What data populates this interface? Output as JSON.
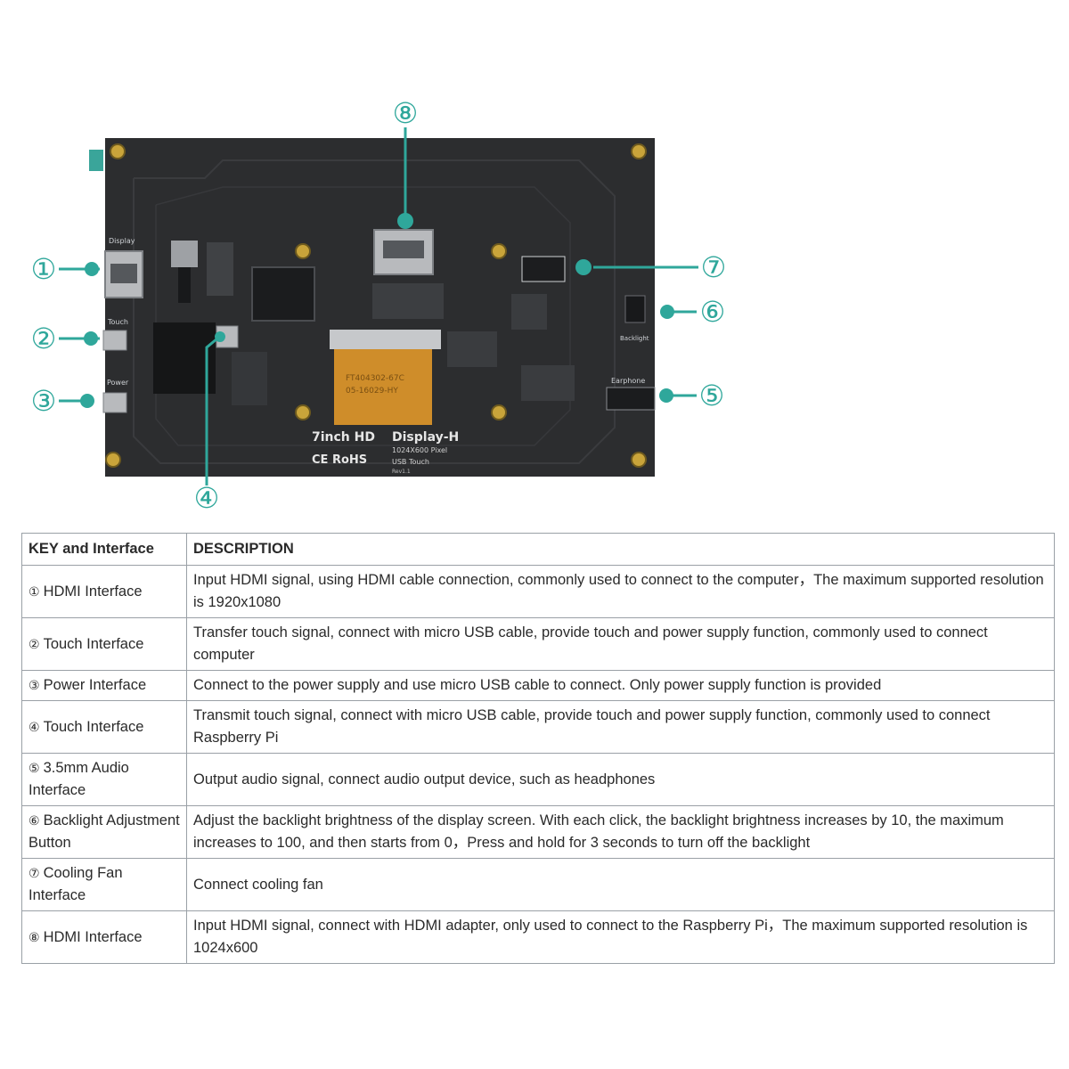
{
  "board": {
    "display_label": "Display",
    "touch_label": "Touch",
    "power_label": "Power",
    "backlight_label": "Backlight",
    "earphone_label": "Earphone",
    "model_text": "7inch HD",
    "product_text": "Display-H",
    "resolution_text": "1024X600 Pixel",
    "usb_touch_text": "USB Touch",
    "rev_text": "Rev1.1",
    "cert_text": "CE RoHS",
    "fpc_text_1": "FT404302-67C",
    "fpc_text_2": "05-16029-HY"
  },
  "callouts": [
    "①",
    "②",
    "③",
    "④",
    "⑤",
    "⑥",
    "⑦",
    "⑧"
  ],
  "accent_color": "#2fa79b",
  "table": {
    "header_key": "KEY and Interface",
    "header_desc": "DESCRIPTION",
    "rows": [
      {
        "num": "①",
        "key": "HDMI Interface",
        "desc": "Input HDMI signal, using HDMI cable connection, commonly used to connect to the computer，The maximum supported resolution is 1920x1080"
      },
      {
        "num": "②",
        "key": "Touch Interface",
        "desc": "Transfer touch signal, connect with micro USB cable, provide touch and power supply function, commonly used to connect computer"
      },
      {
        "num": "③",
        "key": "Power Interface",
        "desc": "Connect to the power supply and use micro USB cable to connect. Only power supply function is provided"
      },
      {
        "num": "④",
        "key": "Touch Interface",
        "desc": "Transmit touch signal, connect with micro USB cable, provide touch and power supply function, commonly used to connect Raspberry Pi"
      },
      {
        "num": "⑤",
        "key": "3.5mm Audio Interface",
        "desc": "Output audio signal, connect audio output device, such as headphones"
      },
      {
        "num": "⑥",
        "key": "Backlight Adjustment Button",
        "desc": "Adjust the backlight brightness of the display screen. With each click, the backlight brightness increases by 10, the maximum increases to 100, and then starts from 0，Press and hold for 3 seconds to turn off the backlight"
      },
      {
        "num": "⑦",
        "key": "Cooling Fan Interface",
        "desc": "Connect cooling fan"
      },
      {
        "num": "⑧",
        "key": "HDMI Interface",
        "desc": "Input HDMI signal, connect with HDMI adapter, only used to connect to the Raspberry Pi，The maximum supported resolution is 1024x600"
      }
    ]
  }
}
